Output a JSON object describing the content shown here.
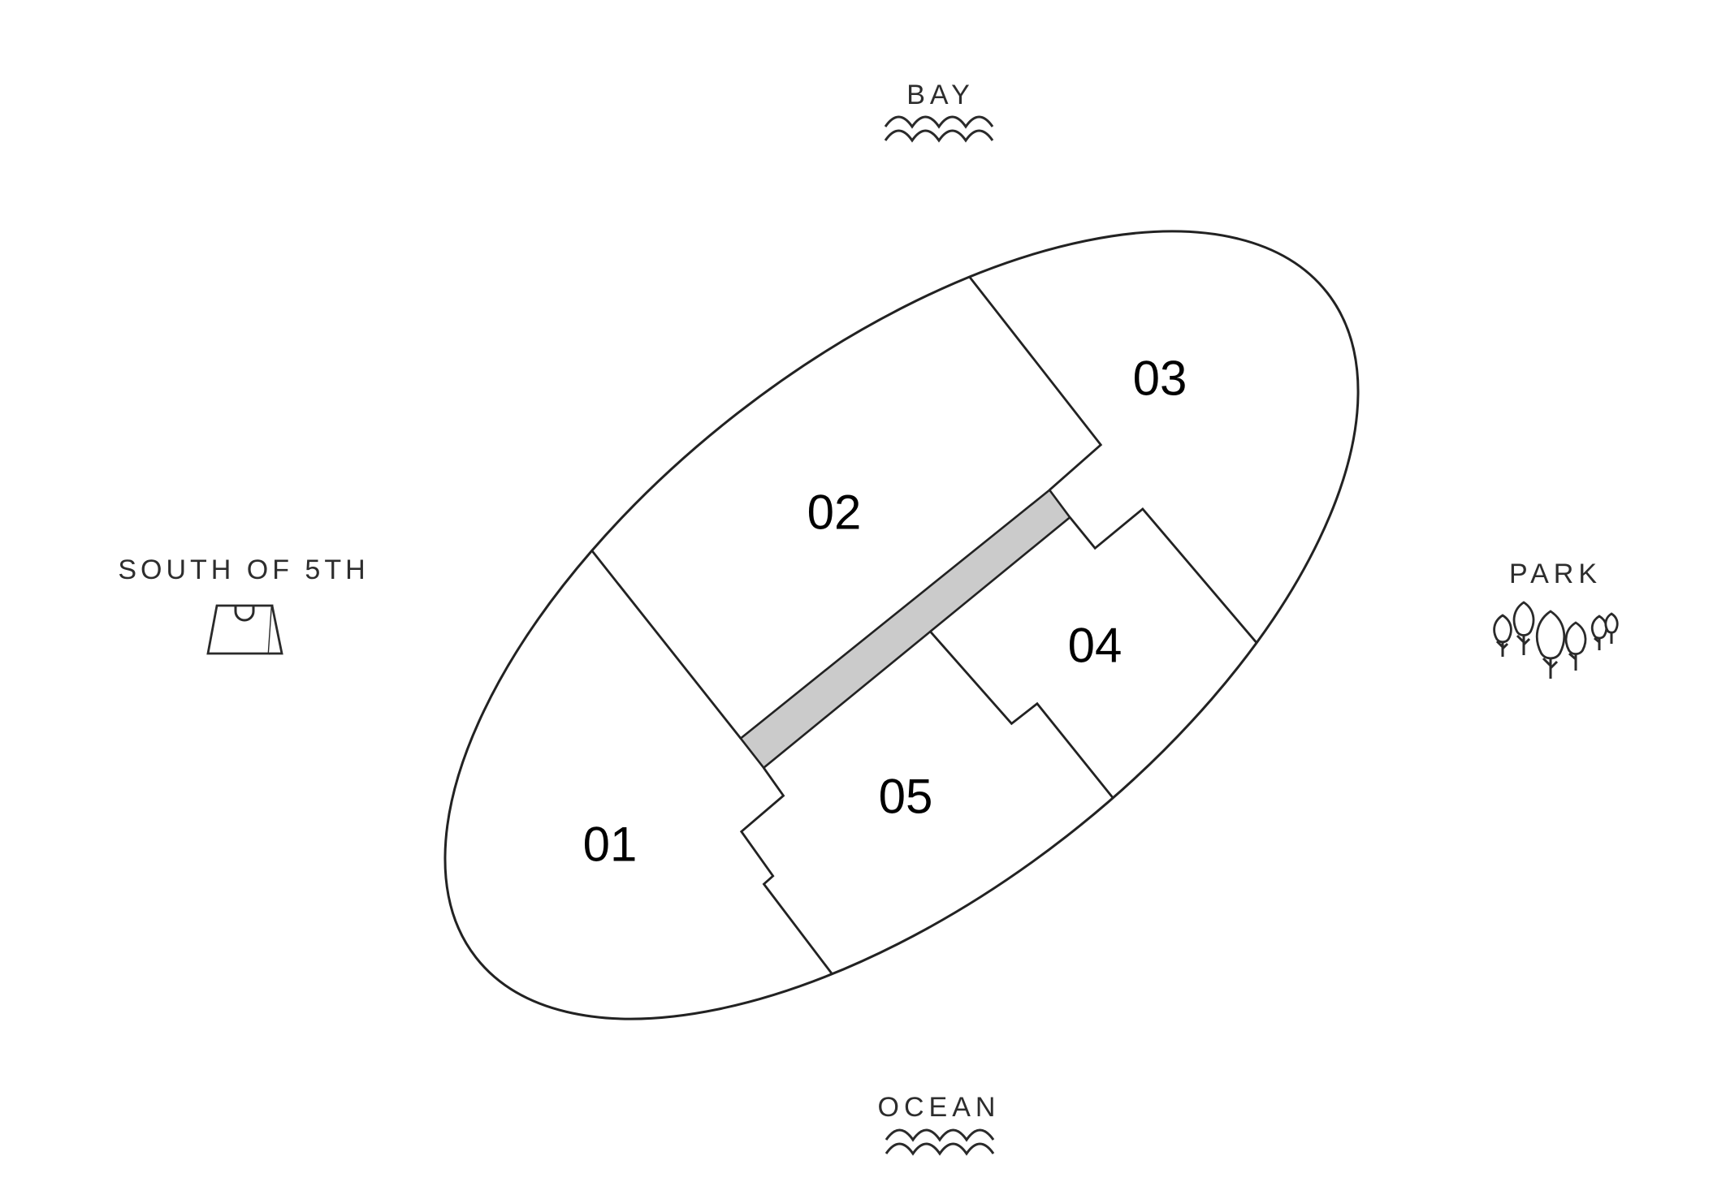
{
  "page": {
    "background": "#ffffff"
  },
  "drawing": {
    "line_color": "#222222",
    "corridor_fill": "#cbcbcb",
    "unit_label_color": "#000000",
    "landmark_label_color": "#2d2d2d"
  },
  "units": [
    {
      "number": "01"
    },
    {
      "number": "02"
    },
    {
      "number": "03"
    },
    {
      "number": "04"
    },
    {
      "number": "05"
    }
  ],
  "landmarks": {
    "north": {
      "label": "BAY",
      "icon": "waves-icon"
    },
    "south": {
      "label": "OCEAN",
      "icon": "waves-icon"
    },
    "west": {
      "label": "SOUTH OF 5TH",
      "icon": "shopping-bag-icon"
    },
    "east": {
      "label": "PARK",
      "icon": "trees-icon"
    }
  }
}
